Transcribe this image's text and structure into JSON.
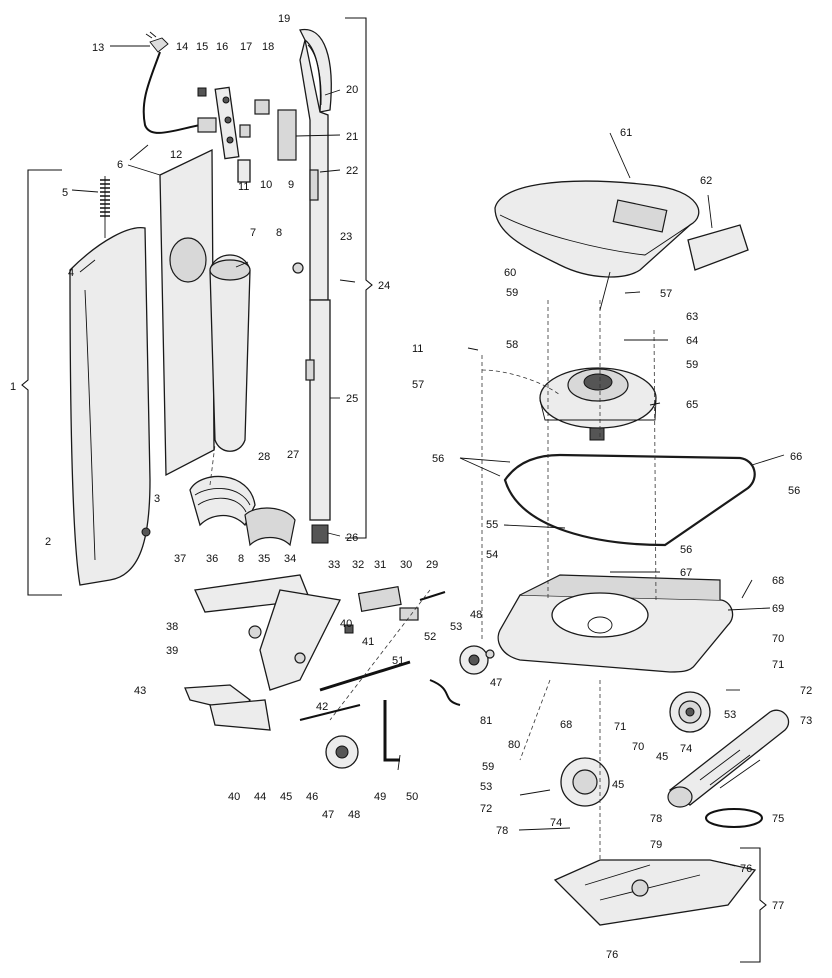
{
  "callouts": {
    "c1": "1",
    "c2": "2",
    "c3": "3",
    "c4": "4",
    "c5": "5",
    "c6": "6",
    "c7": "7",
    "c8a": "8",
    "c8b": "8",
    "c9": "9",
    "c10": "10",
    "c11a": "11",
    "c11b": "11",
    "c12": "12",
    "c13": "13",
    "c14": "14",
    "c15": "15",
    "c16": "16",
    "c17": "17",
    "c18": "18",
    "c19": "19",
    "c20": "20",
    "c21": "21",
    "c22": "22",
    "c23": "23",
    "c24": "24",
    "c25": "25",
    "c26": "26",
    "c27": "27",
    "c28": "28",
    "c29": "29",
    "c30": "30",
    "c31": "31",
    "c32": "32",
    "c33": "33",
    "c34": "34",
    "c35": "35",
    "c36": "36",
    "c37": "37",
    "c38": "38",
    "c39": "39",
    "c40a": "40",
    "c40b": "40",
    "c41": "41",
    "c42": "42",
    "c43": "43",
    "c44": "44",
    "c45a": "45",
    "c45b": "45",
    "c45c": "45",
    "c46": "46",
    "c47a": "47",
    "c47b": "47",
    "c48a": "48",
    "c48b": "48",
    "c49": "49",
    "c50": "50",
    "c51": "51",
    "c52": "52",
    "c53a": "53",
    "c53b": "53",
    "c53c": "53",
    "c54": "54",
    "c55": "55",
    "c56a": "56",
    "c56b": "56",
    "c56c": "56",
    "c57a": "57",
    "c57b": "57",
    "c58": "58",
    "c59a": "59",
    "c59b": "59",
    "c59c": "59",
    "c60": "60",
    "c61": "61",
    "c62": "62",
    "c63": "63",
    "c64": "64",
    "c65": "65",
    "c66": "66",
    "c67": "67",
    "c68a": "68",
    "c68b": "68",
    "c69": "69",
    "c70a": "70",
    "c70b": "70",
    "c71a": "71",
    "c71b": "71",
    "c72a": "72",
    "c72b": "72",
    "c73": "73",
    "c74a": "74",
    "c74b": "74",
    "c75": "75",
    "c76a": "76",
    "c76b": "76",
    "c77": "77",
    "c78a": "78",
    "c78b": "78",
    "c79": "79",
    "c80": "80",
    "c81": "81"
  }
}
